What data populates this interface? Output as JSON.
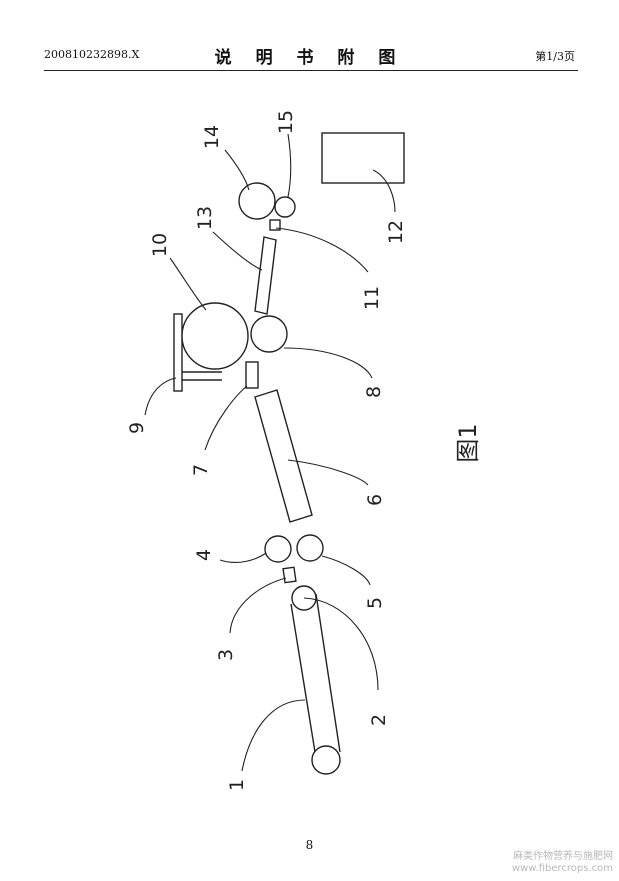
{
  "header": {
    "doc_number": "200810232898.X",
    "title": "说 明 书 附 图",
    "page_ref": "第1/3页"
  },
  "figure": {
    "caption": "图1",
    "labels": [
      "1",
      "2",
      "3",
      "4",
      "5",
      "6",
      "7",
      "8",
      "9",
      "10",
      "11",
      "12",
      "13",
      "14",
      "15"
    ]
  },
  "footer": {
    "page_number": "8"
  },
  "watermark": {
    "line1": "麻类作物营养与施肥网",
    "line2": "www.fibercrops.com"
  }
}
